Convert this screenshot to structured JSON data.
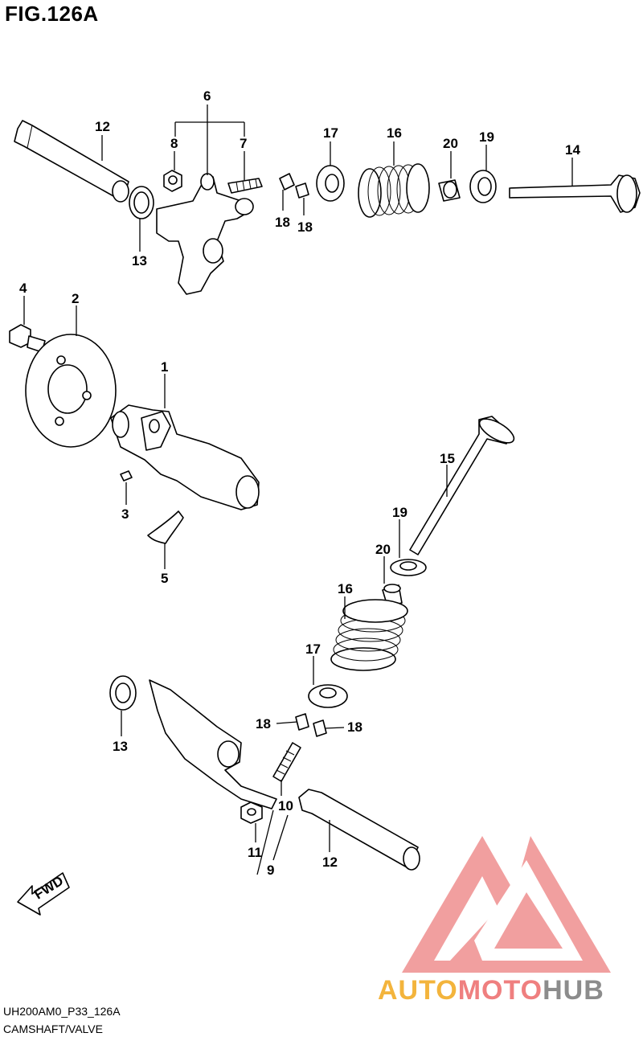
{
  "title": "FIG.126A",
  "diagram_code": "UH200AM0_P33_126A",
  "caption": "CAMSHAFT/VALVE",
  "watermark": {
    "part1": "AUTO",
    "part2": "MOTO",
    "part3": "HUB",
    "colors": {
      "auto": "#f3b43c",
      "moto": "#ef7f7f",
      "hub": "#8c8c8c",
      "logo": "#ef8f8f"
    }
  },
  "fwd_label": "FWD",
  "callouts": {
    "c1": "1",
    "c2": "2",
    "c3": "3",
    "c4": "4",
    "c5": "5",
    "c6": "6",
    "c7": "7",
    "c8": "8",
    "c9": "9",
    "c10": "10",
    "c11": "11",
    "c12a": "12",
    "c12b": "12",
    "c13a": "13",
    "c13b": "13",
    "c14": "14",
    "c15": "15",
    "c16a": "16",
    "c16b": "16",
    "c17a": "17",
    "c17b": "17",
    "c18a": "18",
    "c18b": "18",
    "c18c": "18",
    "c18d": "18",
    "c19a": "19",
    "c19b": "19",
    "c20a": "20",
    "c20b": "20"
  }
}
